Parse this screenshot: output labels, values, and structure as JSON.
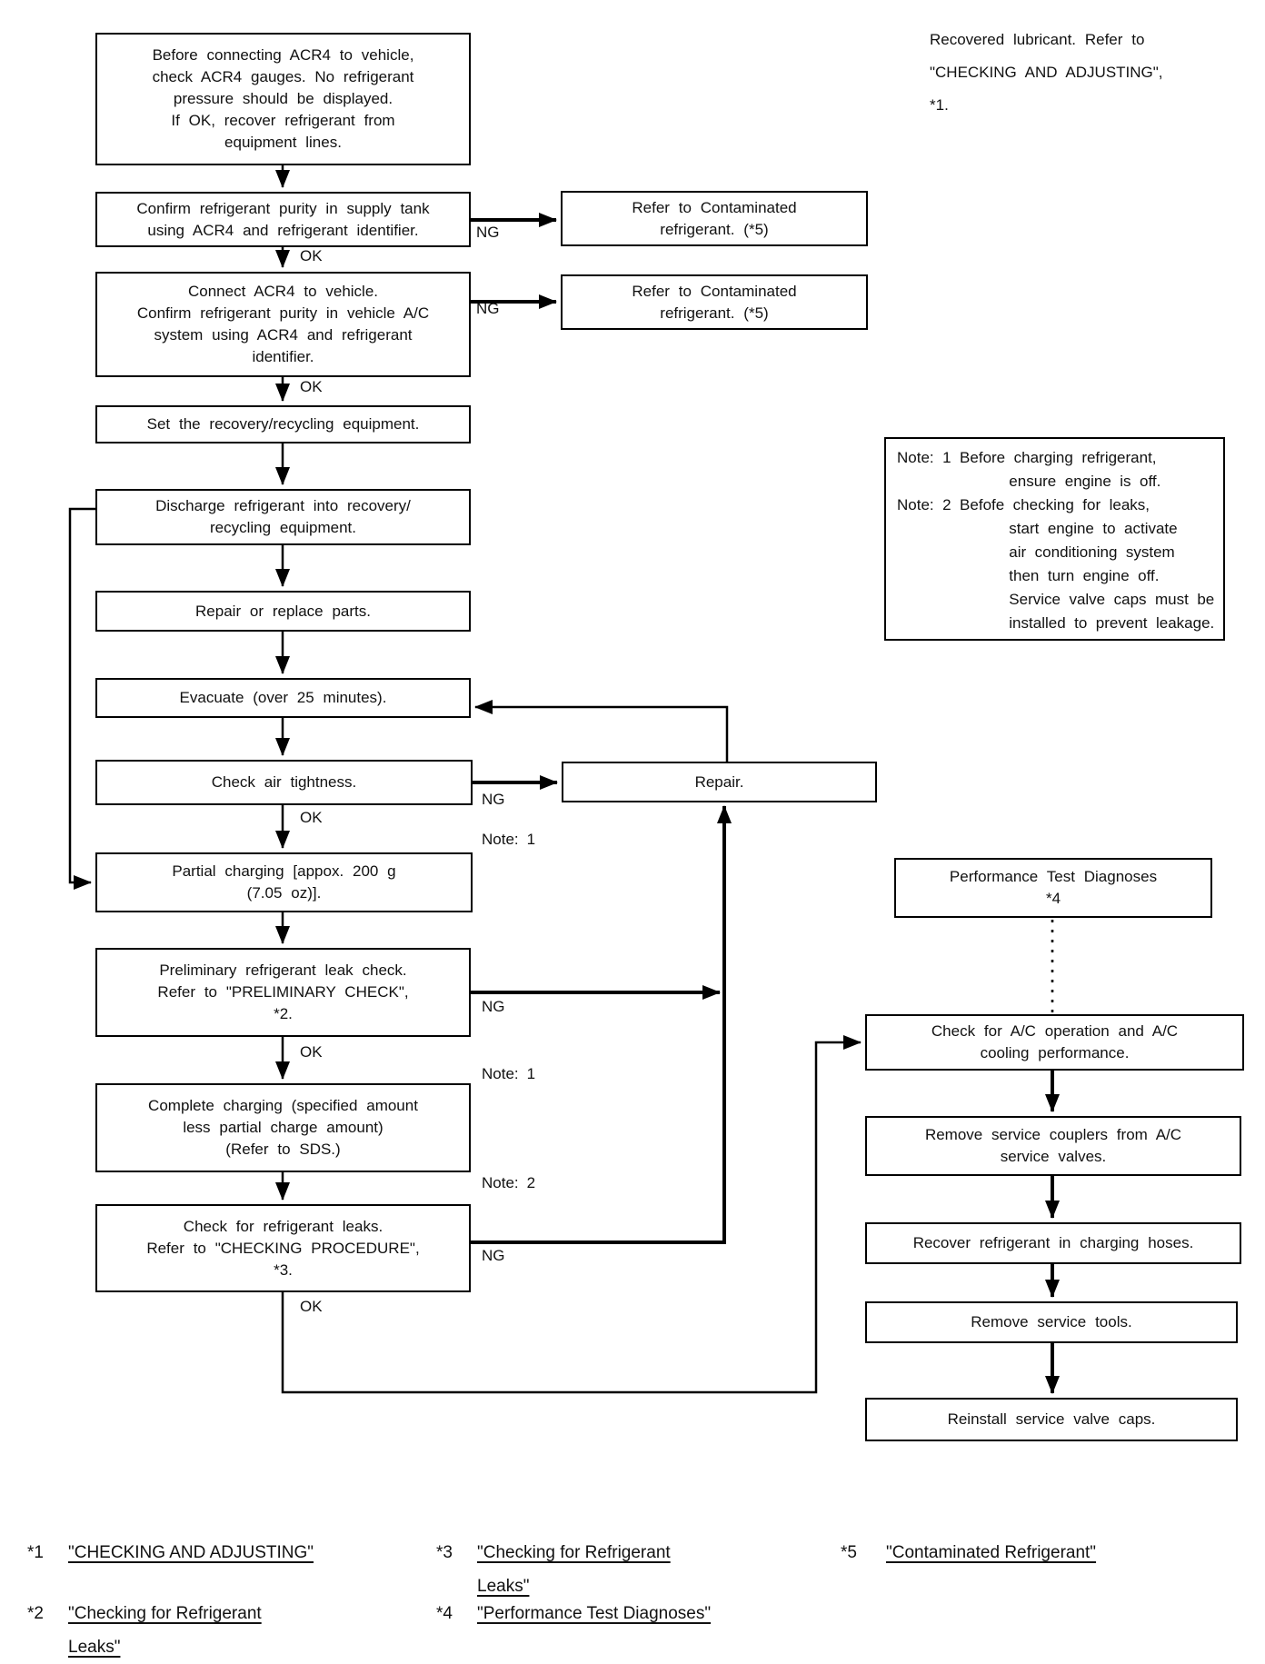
{
  "page": {
    "background": "#ffffff",
    "line_color": "#000000"
  },
  "top_right_note": "Recovered lubricant. Refer to\n\"CHECKING AND ADJUSTING\",\n*1.",
  "boxes": {
    "before_connecting": "Before connecting ACR4 to vehicle,\ncheck ACR4 gauges. No refrigerant\npressure should be displayed.\nIf OK, recover refrigerant from\nequipment lines.",
    "confirm_supply_purity": "Confirm refrigerant purity in supply tank\nusing ACR4 and refrigerant identifier.",
    "connect_acr4": "Connect ACR4 to vehicle.\nConfirm refrigerant purity in vehicle A/C\nsystem using ACR4 and refrigerant\nidentifier.",
    "set_equipment": "Set the recovery/recycling equipment.",
    "discharge": "Discharge refrigerant into recovery/\nrecycling equipment.",
    "repair_replace": "Repair or replace parts.",
    "evacuate": "Evacuate (over 25 minutes).",
    "air_tightness": "Check air tightness.",
    "partial_charging": "Partial charging [appox. 200 g\n(7.05 oz)].",
    "preliminary_check": "Preliminary refrigerant leak check.\nRefer to \"PRELIMINARY CHECK\",\n*2.",
    "complete_charging": "Complete charging (specified amount\nless partial charge amount)\n(Refer to SDS.)",
    "leak_check": "Check for refrigerant leaks.\nRefer to \"CHECKING PROCEDURE\",\n*3.",
    "contaminated_1": "Refer to Contaminated\nrefrigerant. (*5)",
    "contaminated_2": "Refer to Contaminated\nrefrigerant. (*5)",
    "repair": "Repair.",
    "performance_test": "Performance Test Diagnoses\n*4",
    "ac_operation": "Check for A/C operation and A/C\ncooling performance.",
    "remove_couplers": "Remove service couplers from A/C\nservice valves.",
    "recover_hoses": "Recover refrigerant in charging hoses.",
    "remove_tools": "Remove service tools.",
    "reinstall_caps": "Reinstall service valve caps."
  },
  "note_box": "Note: 1 Before charging refrigerant,\n             ensure engine is off.\nNote: 2 Befofe checking for leaks,\n             start engine to activate\n             air conditioning system\n             then turn engine off.\n             Service valve caps must be\n             installed to prevent leakage.",
  "labels": {
    "ok": "OK",
    "ng": "NG",
    "note1": "Note: 1",
    "note2": "Note: 2"
  },
  "footnotes": [
    {
      "ref": "*1",
      "text": "\"CHECKING AND ADJUSTING\""
    },
    {
      "ref": "*2",
      "text": "\"Checking for Refrigerant\nLeaks\""
    },
    {
      "ref": "*3",
      "text": "\"Checking for Refrigerant\nLeaks\""
    },
    {
      "ref": "*4",
      "text": "\"Performance Test Diagnoses\""
    },
    {
      "ref": "*5",
      "text": "\"Contaminated Refrigerant\""
    }
  ]
}
